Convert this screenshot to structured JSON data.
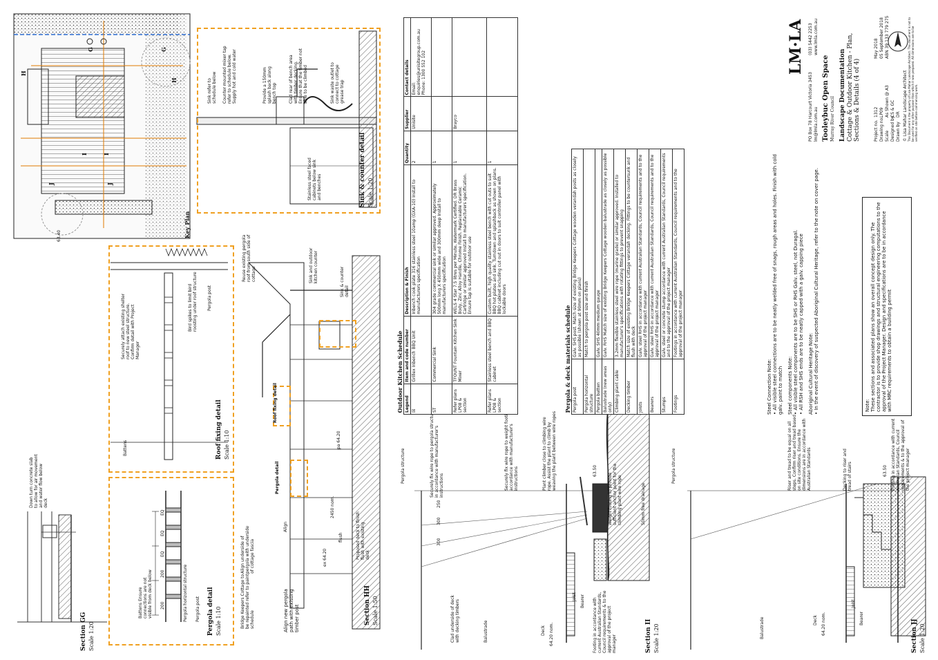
{
  "sections": {
    "gg": {
      "title": "Section GG",
      "scale": "Scale 1:20"
    },
    "pergola_detail": {
      "title": "Pergola detail",
      "scale": "Scale 1:10"
    },
    "roof_fixing": {
      "title": "Roof fixing detail",
      "scale": "Scale 1:10"
    },
    "hh": {
      "title": "Section HH",
      "scale": "Scale 1:50"
    },
    "ii": {
      "title": "Section II",
      "scale": "Scale 1:20"
    },
    "jj": {
      "title": "Section JJ",
      "scale": "Scale 1:20"
    },
    "sink": {
      "title": "Sink & counter detail",
      "scale": "Scale 1:20"
    },
    "key_plan": {
      "title": "Key Plan"
    }
  },
  "labels": {
    "gg_downturn": "Down turn concrete slab to allow for air movement and water flow below deck",
    "batten_conn": "Battens Ensure connections are not visible from deck below",
    "pergola_horiz": "Pergola horizontal structure",
    "pergola_post": "Pergola post",
    "pergola_post2": "Pergola post",
    "battens": "Battens",
    "dim_200a": "200",
    "dim_200b": "200",
    "dim_eq1": "EQ",
    "dim_eq2": "EQ",
    "dim_eq3": "EQ",
    "roof_securely": "Securely attach existing shelter roof to new steel structure. Confirm detail with Project Manager",
    "bird_spikes": "Bird spikes to limit bird roosting under roof structure",
    "roof_pergola_post": "Pergola post",
    "reuse_roof": "Reuse existing pergola roof from south side of cottage",
    "sink_outdoor": "Sink and outdoor kitchen counter",
    "sink_detail_ref": "Sink & counter detail",
    "bridge_keepers": "Bridge Keepers Cottage to be repainted refer to paint schedule",
    "align_underside": "Align underside of pergola with underside of cottage fascia",
    "align_new": "Align new pergola path with existing timber post",
    "align": "Align",
    "dim_2450": "2450 nom.",
    "ex_6420": "ex 64.20",
    "pa_6420": "pa 64.20",
    "proposed_deck": "Proposed deck to finish flush with existing deck",
    "pergola_detail_ref": "Pergola detail",
    "roof_fixing_ref": "Roof fixing detail",
    "hh_flush": "flush",
    "sink_refer": "Sink refer to schedule below",
    "counter_mixer": "Counter mounted mixer tap refer to schedule below. Supply hot and cold water",
    "splash_back": "Provide a 150mm splash back along bench top",
    "clad_rear": "Clad rear of bench area with timber decking. Ensure that the timber not able to be climbed",
    "sink_waste": "Sink waste outlet to connect to cottage grease trap",
    "stainless_cab": "Stainless steel faced cabinets below sink and benches",
    "ii_pergola_structure": "Pergola structure",
    "ii_securely_fix": "Securely fix wire rope to pergola structure in accordance with manufacturer's instructions",
    "ii_securely_fix2": "Securely fix wire rope to weight footing in accordance with manufacturer's instructions",
    "ii_plant_climber": "Plant climber close to climbing wire rope. Assist the plant to climb by weaving the plant between wire ropes",
    "ii_weight_footing": "Weight footing to provide sufficient anchor point for the climbing plant wire rope",
    "ii_50mm": "50mm free drainage",
    "ii_6350": "63.50",
    "ii_dim_300a": "300",
    "ii_dim_300b": "300",
    "ii_dim_250": "250",
    "ii_clad_underside": "Clad underside of deck with decking timbers",
    "ii_balustrade": "Balustrade",
    "ii_deck": "Deck",
    "ii_6420": "64.20 nom.",
    "ii_joist": "Joist",
    "ii_bearer": "Bearer",
    "ii_footing": "Footing in accordance with current Australian Standards, Council requirements & to the approval of the project manager",
    "jj_pergola_structure": "Pergola structure",
    "jj_riser_tread": "Riser and tread to be equal on all steps. Confirm riser and tread based on site conditions. Ensure the dimensions are in accordance with Australian Standards",
    "jj_decking_riser": "Decking to riser and tread of stairs",
    "jj_6350": "63.50",
    "jj_footing": "Footing in accordance with current Australian Standards, Council requirements & to the approval of the project manager",
    "jj_balustrade": "Balustrade",
    "jj_deck": "Deck",
    "jj_6420": "64.20 nom.",
    "jj_joist": "Joist",
    "jj_bearer": "Bearer",
    "kp_g1": "G",
    "kp_g2": "G",
    "kp_h1": "H",
    "kp_h2": "H",
    "kp_i1": "I",
    "kp_i2": "I",
    "kp_j1": "J",
    "kp_j2": "J",
    "kp_elev": "63.40"
  },
  "kitchen_schedule": {
    "caption": "Outdoor Kitchen Schedule",
    "headers": [
      "Legend",
      "Item and code number",
      "Description & Finish",
      "Quantity",
      "Supplier",
      "Contact details"
    ],
    "rows": [
      [
        "☒",
        "Grillex Inbench BBQ Unit",
        "Inbench cook plate 316 stainless steel 10amp (GXA-10) Install to manufacturers specification",
        "2",
        "Unisite",
        "Email: enquiries@unisitegroup.com.au Phone: 1300 552 102"
      ],
      [
        "ST",
        "Commercial Sink",
        "304 grade commercial sink or similar approved. Approximately 500mm long X 450mm wide and 300mm deep Install to manufacturers specification",
        "1",
        "",
        ""
      ],
      [
        "Refer plans LP08 & section",
        "TFOUNT Fountain Kitchen Sink Mixer",
        "WELS 4 Star 7.5 litres per Minute, Watermark Certified. DR Brass Body, Zinc Alloy Handle, Chrome Finish. Replaceable Ceramic Cartridge or similar approved Install to manufacturers specification. Ensure tap is suitable for outdoor use",
        "1",
        "Brayco",
        ""
      ],
      [
        "Refer plans LP08 & section",
        "Stainless steel bench and BBQ cabinet",
        "Custom built, high quality stainless steel bench with cut outs to suit BBQ hot plates and sink. Turndown and splashback as shown on plans. BBQ cabinet including cut out in doors to suit controller panel with lockable doors",
        "1",
        "",
        ""
      ]
    ]
  },
  "materials_schedule": {
    "caption": "Pergola & deck materials schedule",
    "rows": [
      [
        "Pergola post",
        "Galv. SHS post. Match size of existing Bridge Keepers Cottage wooden verandah posts as closely as possible (shown at 90mm on plans)"
      ],
      [
        "Pergola horizontal structure",
        "Match to pergola post size and finish"
      ],
      [
        "Pergola batten",
        "Galv. SHS 40mm medium gauge"
      ],
      [
        "Balustrade (new areas only)",
        "Galv. RHS Match size of existing Bridge Keepers Cottage wooden balustrade as closely as possible"
      ],
      [
        "Climbing plant cable",
        "3.2mm flexible stainless steel wire rope (marine grade) or similar approved. Installed to manufacturer's specifications with rotating fittings to prevent snapping"
      ],
      [
        "Decking timber",
        "Match size of existing Bridge Keepers Cottage verandah decking. Fittings to be countersunk and flush with deck"
      ],
      [
        "Joists",
        "Galv. steel RHS in accordance with current Australian Standards, Council requirements and to the approval of the project manager"
      ],
      [
        "Bearers",
        "Galv. steel RHS in accordance with current Australian Standards, Council requirements and to the approval of the project manager"
      ],
      [
        "Stumps",
        "Galv. steel or concrete stump accordance with current Australian Standards, Council requirements and to the approval of the project manager"
      ],
      [
        "Footings",
        "Footings in accordance with current Australian Standards, Council requirements and to the approval of the project manager"
      ]
    ]
  },
  "notes": {
    "steel_connection_title": "Steel Connection Note:",
    "steel_connection_1": "All visible steel connections are to be neatly welded free of snags, rough areas and holes. Finish with cold galv. paint to match",
    "steel_components_title": "Steel components Note:",
    "steel_components_1": "All visible steel components are to be SHS or RHS Galv. steel, not Duragal.",
    "steel_components_2": "All RSH and SHS ends are to be neatly capped with a galv. capping piece",
    "heritage_title": "Aboriginal Cultural Heritage Note:",
    "heritage_1": "In the event of discovery of suspected Aboriginal Cultural Heritage, refer to the note on cover page.",
    "general_title": "Note:",
    "general_1": "These sections and associated plans show an overall concept design only. The contractor is to provide shop drawings and structural engineering computations to the approval of the Project Manager. Design and specifications are to be in accordance with MRC requirements to obtain a building permit"
  },
  "title_block": {
    "logo": "LM·LA",
    "address": "PO Box 78 Harcourt Victoria 3453",
    "email": "lm@lmla.com.au",
    "phone": "(03) 5442 2253",
    "web": "www.lmla.com.au",
    "project": "Tooleybuc Open Space",
    "client": "Murray River Council",
    "doc_title": "Landscape Documentation",
    "sheet_title": "Cottage & Outdoor Kitchen - Plan, Sections & Details (4 of 4)",
    "fields": [
      [
        "Project no.",
        "1312"
      ],
      [
        "Drawing no.",
        "LP09"
      ],
      [
        "Scale",
        "As Shown @ A3"
      ],
      [
        "Designed by",
        "CS & GC"
      ],
      [
        "Drawn by",
        "DR"
      ],
      [
        "Date",
        "May 2018"
      ],
      [
        "Revised",
        "05 September 2018"
      ],
      [
        "ABN",
        "ABN 39 133 779 275"
      ]
    ],
    "copyright": "© Lisa Mahar Landscape Architect",
    "disclaimer": "This Document is the property of Lisa Mahar Landscape Architect. The document is not to be used for any other purpose than which it was prepared. All dimensions are to be verified on site before commencing work."
  }
}
